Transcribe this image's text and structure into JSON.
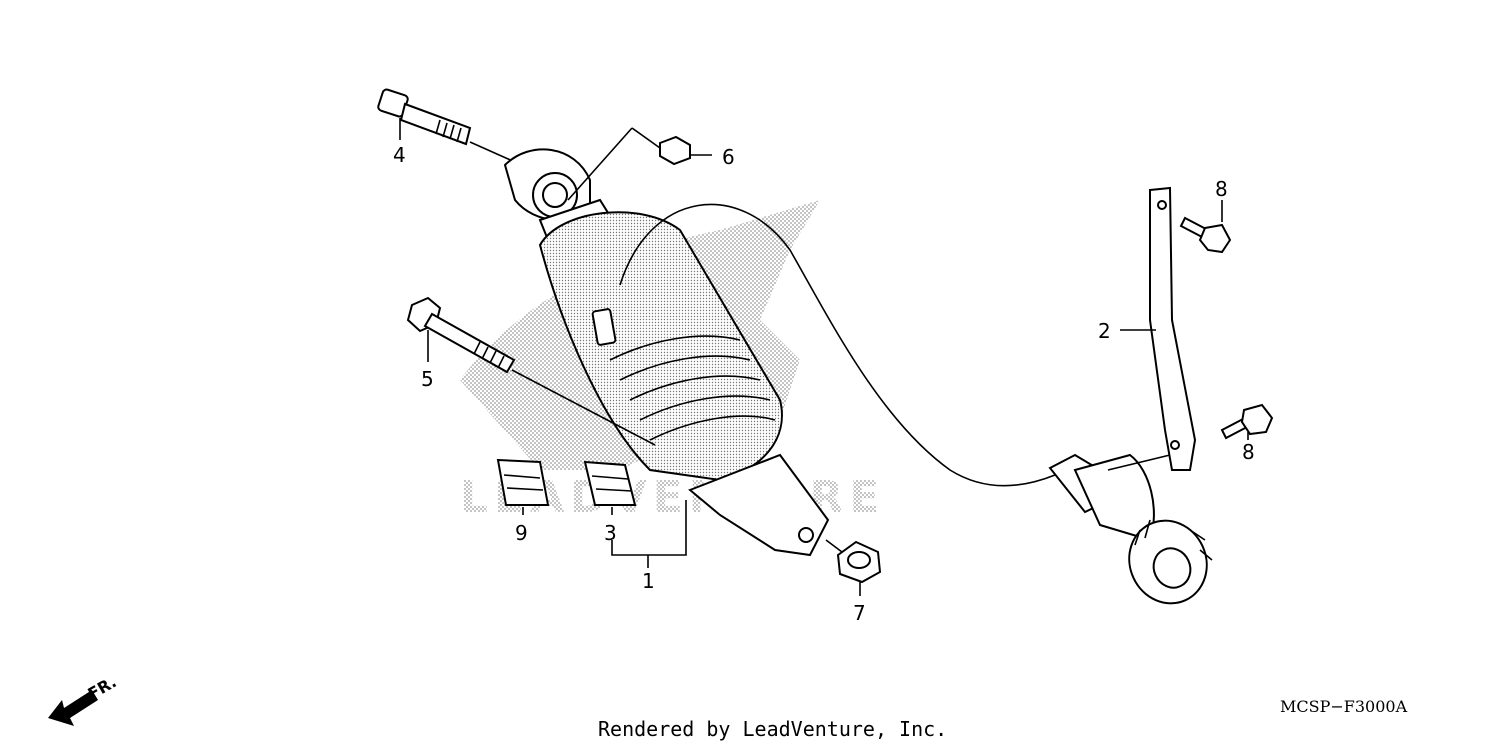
{
  "watermark": {
    "text": "LEADVENTURE"
  },
  "callouts": {
    "c1": "1",
    "c2": "2",
    "c3": "3",
    "c4": "4",
    "c5": "5",
    "c6": "6",
    "c7": "7",
    "c8a": "8",
    "c8b": "8",
    "c9": "9"
  },
  "front_marker": {
    "text": "FR."
  },
  "diagram_code": "MCSP−F3000A",
  "credit": "Rendered by LeadVenture, Inc."
}
